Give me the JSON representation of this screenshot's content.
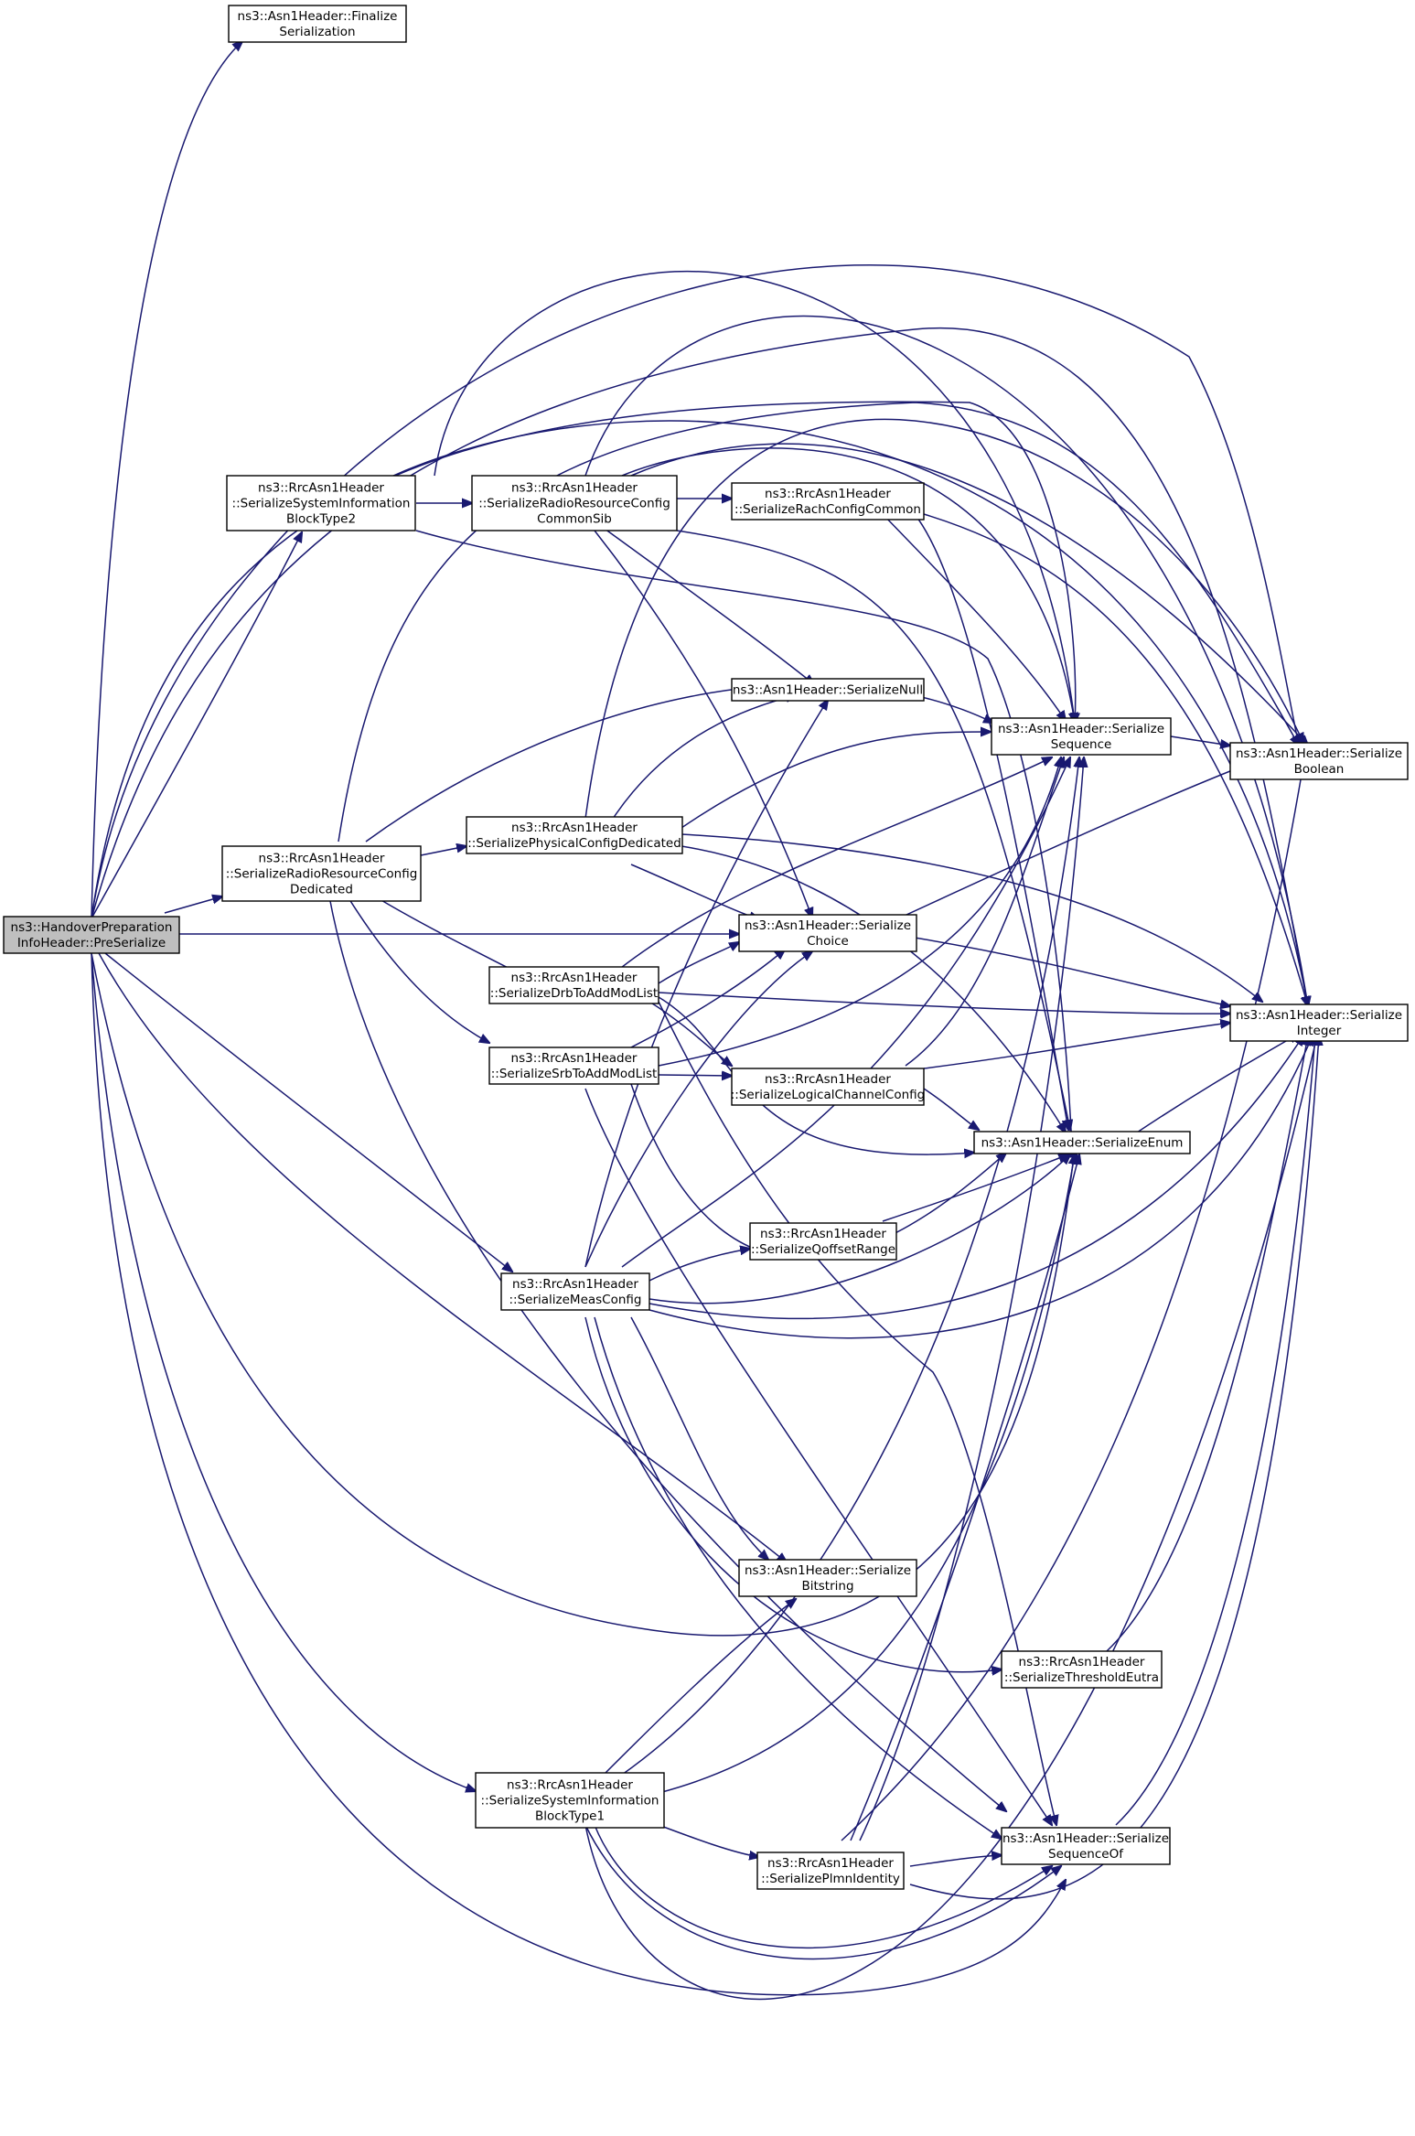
{
  "graph": {
    "edge_color": "#191970",
    "root_fill": "#bfbfbf",
    "nodes": [
      {
        "id": "root",
        "lines": [
          "ns3::HandoverPreparation",
          "InfoHeader::PreSerialize"
        ]
      },
      {
        "id": "fin",
        "lines": [
          "ns3::Asn1Header::Finalize",
          "Serialization"
        ]
      },
      {
        "id": "sib2",
        "lines": [
          "ns3::RrcAsn1Header",
          "::SerializeSystemInformation",
          "BlockType2"
        ]
      },
      {
        "id": "rrccs",
        "lines": [
          "ns3::RrcAsn1Header",
          "::SerializeRadioResourceConfig",
          "CommonSib"
        ]
      },
      {
        "id": "rach",
        "lines": [
          "ns3::RrcAsn1Header",
          "::SerializeRachConfigCommon"
        ]
      },
      {
        "id": "null",
        "lines": [
          "ns3::Asn1Header::SerializeNull"
        ]
      },
      {
        "id": "seq",
        "lines": [
          "ns3::Asn1Header::Serialize",
          "Sequence"
        ]
      },
      {
        "id": "bool",
        "lines": [
          "ns3::Asn1Header::Serialize",
          "Boolean"
        ]
      },
      {
        "id": "rrcd",
        "lines": [
          "ns3::RrcAsn1Header",
          "::SerializeRadioResourceConfig",
          "Dedicated"
        ]
      },
      {
        "id": "phys",
        "lines": [
          "ns3::RrcAsn1Header",
          "::SerializePhysicalConfigDedicated"
        ]
      },
      {
        "id": "choice",
        "lines": [
          "ns3::Asn1Header::Serialize",
          "Choice"
        ]
      },
      {
        "id": "int",
        "lines": [
          "ns3::Asn1Header::Serialize",
          "Integer"
        ]
      },
      {
        "id": "drb",
        "lines": [
          "ns3::RrcAsn1Header",
          "::SerializeDrbToAddModList"
        ]
      },
      {
        "id": "srb",
        "lines": [
          "ns3::RrcAsn1Header",
          "::SerializeSrbToAddModList"
        ]
      },
      {
        "id": "lcc",
        "lines": [
          "ns3::RrcAsn1Header",
          "::SerializeLogicalChannelConfig"
        ]
      },
      {
        "id": "enum",
        "lines": [
          "ns3::Asn1Header::SerializeEnum"
        ]
      },
      {
        "id": "qoff",
        "lines": [
          "ns3::RrcAsn1Header",
          "::SerializeQoffsetRange"
        ]
      },
      {
        "id": "meas",
        "lines": [
          "ns3::RrcAsn1Header",
          "::SerializeMeasConfig"
        ]
      },
      {
        "id": "bits",
        "lines": [
          "ns3::Asn1Header::Serialize",
          "Bitstring"
        ]
      },
      {
        "id": "thr",
        "lines": [
          "ns3::RrcAsn1Header",
          "::SerializeThresholdEutra"
        ]
      },
      {
        "id": "sib1",
        "lines": [
          "ns3::RrcAsn1Header",
          "::SerializeSystemInformation",
          "BlockType1"
        ]
      },
      {
        "id": "seqof",
        "lines": [
          "ns3::Asn1Header::Serialize",
          "SequenceOf"
        ]
      },
      {
        "id": "plmn",
        "lines": [
          "ns3::RrcAsn1Header",
          "::SerializePlmnIdentity"
        ]
      }
    ]
  }
}
